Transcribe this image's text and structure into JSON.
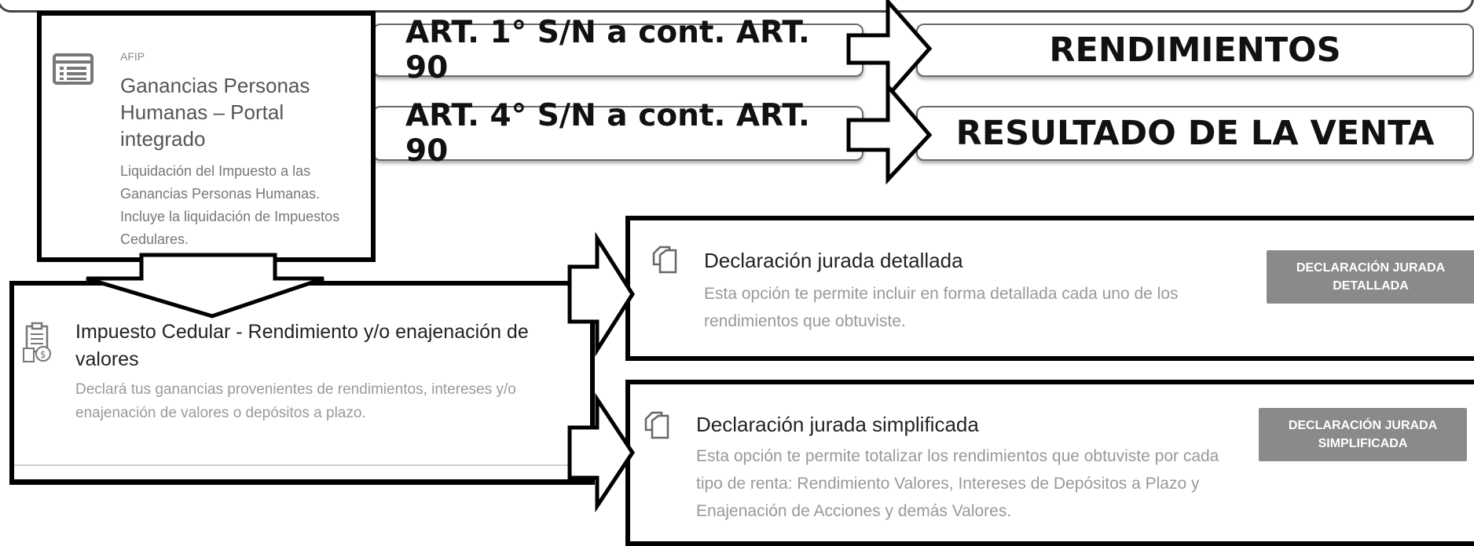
{
  "portal_card": {
    "source": "AFIP",
    "title": "Ganancias Personas Humanas – Portal integrado",
    "description": "Liquidación del Impuesto a las Ganancias Personas Humanas. Incluye la liquidación de Impuestos Cedulares."
  },
  "articles": [
    {
      "label": "ART. 1° S/N a cont. ART. 90",
      "result": "RENDIMIENTOS"
    },
    {
      "label": "ART. 4° S/N a cont. ART. 90",
      "result": "RESULTADO DE LA VENTA"
    }
  ],
  "cedular": {
    "title": "Impuesto Cedular - Rendimiento y/o enajenación de valores",
    "description": "Declará tus ganancias provenientes de rendimientos, intereses y/o enajenación de valores o depósitos a plazo."
  },
  "detallada": {
    "title": "Declaración jurada detallada",
    "description": "Esta opción te permite incluir en forma detallada cada uno de los rendimientos que obtuviste.",
    "button": "DECLARACIÓN JURADA DETALLADA"
  },
  "simplificada": {
    "title": "Declaración jurada simplificada",
    "description": "Esta opción te permite totalizar los rendimientos que obtuviste por cada tipo de renta: Rendimiento Valores, Intereses de Depósitos a Plazo y Enajenación de Acciones y demás Valores.",
    "button": "DECLARACIÓN JURADA SIMPLIFICADA"
  },
  "icons": {
    "portal": "list-icon",
    "cedular": "calculator-document-icon",
    "declaracion": "documents-icon"
  },
  "colors": {
    "button": "#8a8a8a",
    "border": "#000000",
    "art_box_border": "#6b6b6b"
  }
}
